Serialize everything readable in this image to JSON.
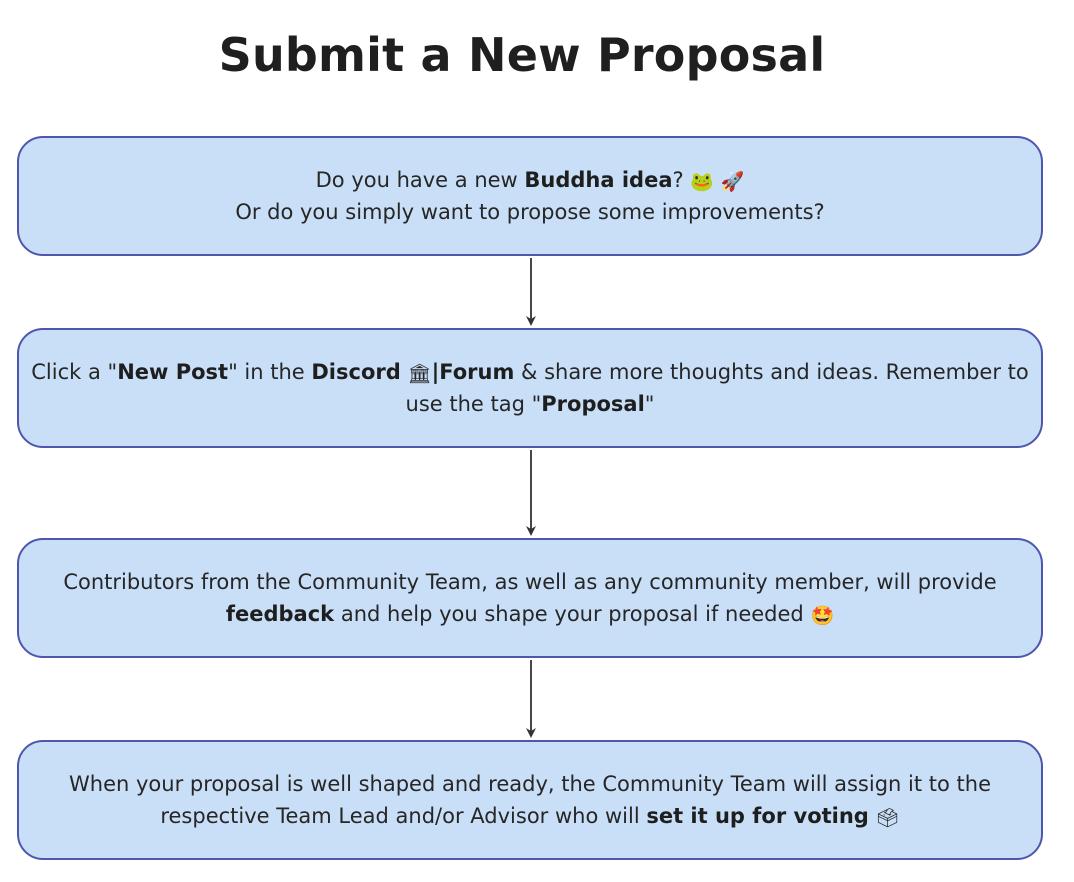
{
  "title": "Submit a New Proposal",
  "steps": [
    {
      "line1_pre": "Do you have a new ",
      "line1_bold": "Buddha idea",
      "line1_post": "? ",
      "line1_emojis": [
        "🐸",
        "🚀"
      ],
      "line2": "Or do you simply want to propose some improvements?"
    },
    {
      "pre": "Click  a \"",
      "bold1": "New Post",
      "mid1": "\" in the ",
      "bold2": "Discord",
      "emoji": "🏛",
      "bold3": "|Forum",
      "mid2": " & share more thoughts and ideas. Remember to use the tag \"",
      "bold4": "Proposal",
      "post": "\""
    },
    {
      "pre": "Contributors from the Community Team, as well as any community member, will provide ",
      "bold": "feedback",
      "post": " and help you shape your proposal if needed ",
      "emoji": "🤩"
    },
    {
      "pre": "When your proposal is well shaped and ready, the Community Team will assign it to the respective Team Lead and/or Advisor who will ",
      "bold": "set it up for voting",
      "post": " ",
      "emoji": "🗳"
    }
  ],
  "colors": {
    "box_fill": "#c9dff7",
    "box_border": "#4f56ad",
    "arrow": "#333333"
  }
}
